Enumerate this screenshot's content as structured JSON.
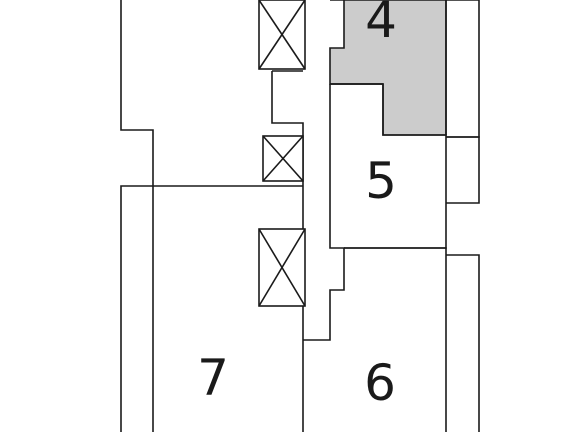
{
  "units": [
    {
      "id": "unit-4",
      "label": "4",
      "highlighted": true
    },
    {
      "id": "unit-5",
      "label": "5",
      "highlighted": false
    },
    {
      "id": "unit-6",
      "label": "6",
      "highlighted": false
    },
    {
      "id": "unit-7",
      "label": "7",
      "highlighted": false
    }
  ],
  "colors": {
    "highlight": "#cccccc",
    "line": "#1a1a1a",
    "background": "#ffffff"
  },
  "icons": [
    "elevator-shaft-icon",
    "elevator-shaft-icon",
    "elevator-shaft-icon"
  ]
}
